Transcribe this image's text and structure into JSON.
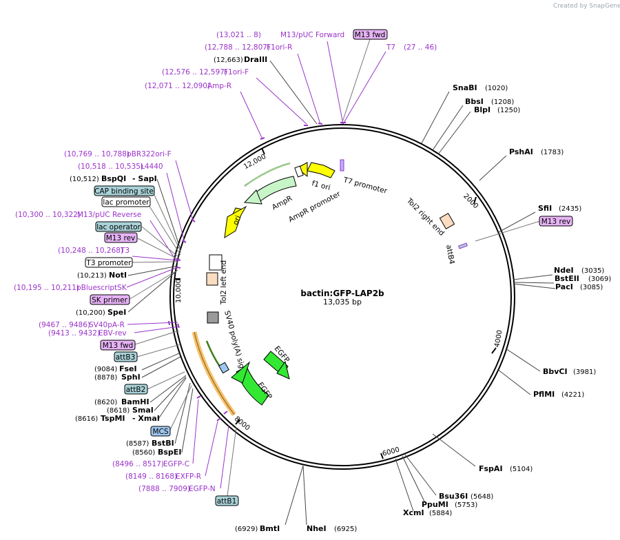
{
  "credit": "Created by SnapGene",
  "plasmid": {
    "name": "bactin:GFP-LAP2b",
    "size": "13,035 bp"
  },
  "ticks": [
    "2000",
    "4000",
    "6000",
    "8000",
    "10,000",
    "12,000"
  ],
  "primers": [
    {
      "pos": "(13,021 .. 8)",
      "name": "M13/pUC Forward"
    },
    {
      "pos": "(12,788 .. 12,807)",
      "name": "F1ori-R"
    },
    {
      "pos": "(12,576 .. 12,597)",
      "name": "F1ori-F"
    },
    {
      "pos": "(12,071 .. 12,090)",
      "name": "Amp-R"
    },
    {
      "pos": "(27 .. 46)",
      "name": "T7"
    },
    {
      "pos": "(10,769 .. 10,788)",
      "name": "pBR322ori-F"
    },
    {
      "pos": "(10,518 .. 10,535)",
      "name": "L4440"
    },
    {
      "pos": "(10,300 .. 10,322)",
      "name": "M13/pUC Reverse"
    },
    {
      "pos": "(10,248 .. 10,268)",
      "name": "T3"
    },
    {
      "pos": "(10,195 .. 10,211)",
      "name": "pBluescriptSK"
    },
    {
      "pos": "(9467 .. 9486)",
      "name": "SV40pA-R"
    },
    {
      "pos": "(9413 .. 9432)",
      "name": "EBV-rev"
    },
    {
      "pos": "(8496 .. 8517)",
      "name": "EGFP-C"
    },
    {
      "pos": "(8149 .. 8168)",
      "name": "EXFP-R"
    },
    {
      "pos": "(7888 .. 7909)",
      "name": "EGFP-N"
    }
  ],
  "enzymes": [
    {
      "name": "DraIII",
      "pos": "(12,663)"
    },
    {
      "name": "BspQI",
      "pos": "(10,512)",
      "extra": "- SapI"
    },
    {
      "name": "NotI",
      "pos": "(10,213)"
    },
    {
      "name": "SpeI",
      "pos": "(10,200)"
    },
    {
      "name": "FseI",
      "pos": "(9084)"
    },
    {
      "name": "SphI",
      "pos": "(8878)"
    },
    {
      "name": "BamHI",
      "pos": "(8620)"
    },
    {
      "name": "SmaI",
      "pos": "(8618)"
    },
    {
      "name": "TspMI",
      "pos": "(8616)",
      "extra": "- XmaI"
    },
    {
      "name": "BstBI",
      "pos": "(8587)"
    },
    {
      "name": "BspEI",
      "pos": "(8560)"
    },
    {
      "name": "BmtI",
      "pos": "(6929)"
    },
    {
      "name": "NheI",
      "pos": "(6925)"
    },
    {
      "name": "SnaBI",
      "pos": "(1020)"
    },
    {
      "name": "BbsI",
      "pos": "(1208)"
    },
    {
      "name": "BlpI",
      "pos": "(1250)"
    },
    {
      "name": "PshAI",
      "pos": "(1783)"
    },
    {
      "name": "SfiI",
      "pos": "(2435)"
    },
    {
      "name": "NdeI",
      "pos": "(3035)"
    },
    {
      "name": "BstEII",
      "pos": "(3069)"
    },
    {
      "name": "PacI",
      "pos": "(3085)"
    },
    {
      "name": "BbvCI",
      "pos": "(3981)"
    },
    {
      "name": "PflMI",
      "pos": "(4221)"
    },
    {
      "name": "FspAI",
      "pos": "(5104)"
    },
    {
      "name": "Bsu36I",
      "pos": "(5648)"
    },
    {
      "name": "PpuMI",
      "pos": "(5753)"
    },
    {
      "name": "XcmI",
      "pos": "(5884)"
    }
  ],
  "boxed": [
    {
      "name": "M13 fwd",
      "color": "#e6b3f5"
    },
    {
      "name": "M13 rev",
      "color": "#e6b3f5"
    },
    {
      "name": "CAP binding site",
      "color": "#a9d2d8"
    },
    {
      "name": "lac promoter",
      "color": "#ffffff"
    },
    {
      "name": "lac operator",
      "color": "#a9d2d8"
    },
    {
      "name": "M13 rev",
      "color": "#e6b3f5"
    },
    {
      "name": "T3 promoter",
      "color": "#ffffff"
    },
    {
      "name": "SK primer",
      "color": "#e6b3f5"
    },
    {
      "name": "M13 fwd",
      "color": "#e6b3f5"
    },
    {
      "name": "attB3",
      "color": "#a9d2d8"
    },
    {
      "name": "attB2",
      "color": "#a9d2d8"
    },
    {
      "name": "MCS",
      "color": "#9fc6ee"
    },
    {
      "name": "attB1",
      "color": "#a9d2d8"
    }
  ],
  "features": {
    "t7_promoter": "T7 promoter",
    "tol2_right": "Tol2 right end",
    "attb4": "attB4",
    "f1_ori": "f1 ori",
    "ampr": "AmpR",
    "ampr_promoter": "AmpR promoter",
    "ori": "ori",
    "tol2_left": "Tol2 left end",
    "sv40": "SV40 poly(A) signal",
    "egfp1": "EGFP",
    "egfp2": "EGFP"
  },
  "colors": {
    "primer": "#9a33c9",
    "ori_yellow": "#ffff00",
    "egfp_green": "#33e833",
    "ampr_green": "#c8f5c8",
    "tol2_peach": "#fbdcc0",
    "backbone_orange": "#f7c06a"
  }
}
